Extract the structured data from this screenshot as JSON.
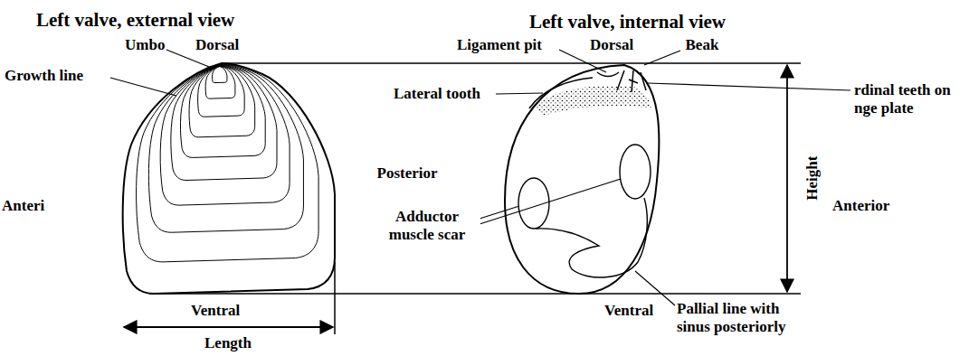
{
  "diagram": {
    "labels": [
      "Left valve, external view",
      "Left valve, internal view",
      "Umbo",
      "Dorsal",
      "Growth line",
      "Anteri",
      "Ventral",
      "Length",
      "Ligament pit",
      "Dorsal",
      "Beak",
      "rdinal teeth on nge plate",
      "Lateral tooth",
      "Posterior",
      "Adductor muscle scar",
      "Ventral",
      "Pallial line with sinus posteriorly",
      "Height",
      "Anterior"
    ]
  }
}
